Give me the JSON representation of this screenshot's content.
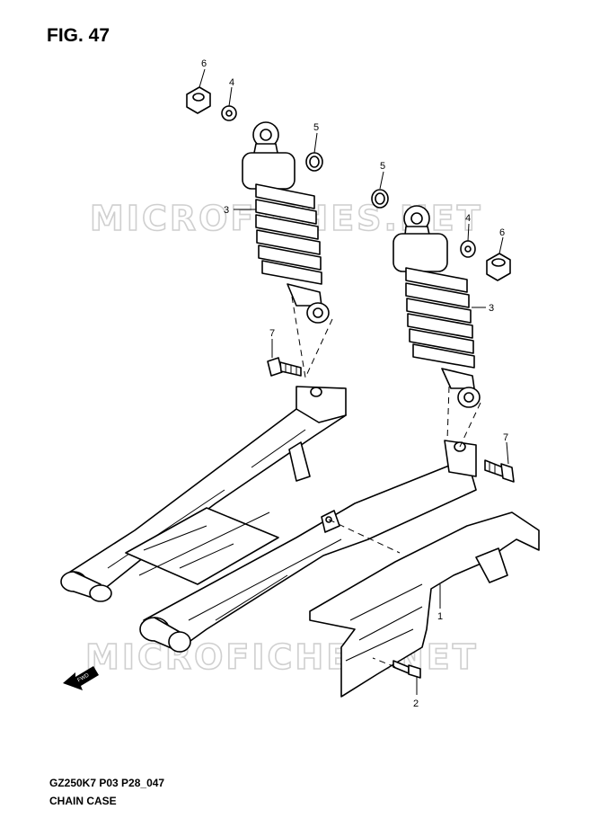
{
  "figure": {
    "title": "FIG. 47"
  },
  "footer": {
    "model_code": "GZ250K7 P03 P28_047",
    "section_name": "CHAIN CASE"
  },
  "watermark": {
    "text": "MICROFICHES.NET"
  },
  "fwd_arrow": {
    "label": "FWD"
  },
  "callouts": {
    "c6_left": "6",
    "c4_left": "4",
    "c5_left": "5",
    "c3_left": "3",
    "c7_left": "7",
    "c5_right": "5",
    "c4_right": "4",
    "c6_right": "6",
    "c3_right": "3",
    "c7_right": "7",
    "c1": "1",
    "c2": "2"
  },
  "colors": {
    "line": "#000000",
    "background": "#ffffff",
    "watermark": "#cfcfcf"
  }
}
